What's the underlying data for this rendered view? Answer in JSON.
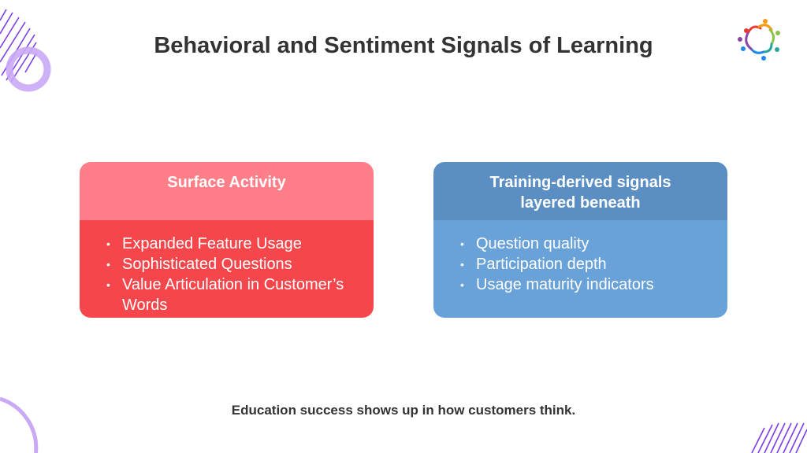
{
  "title": "Behavioral and Sentiment Signals of Learning",
  "cards": [
    {
      "heading": "Surface Activity",
      "items": [
        "Expanded Feature Usage",
        "Sophisticated Questions",
        "Value Articulation in Customer’s Words"
      ],
      "header_color": "#FF7E87",
      "body_color": "#F5474B"
    },
    {
      "heading": "Training-derived signals layered beneath",
      "items": [
        "Question quality",
        "Participation depth",
        "Usage maturity indicators"
      ],
      "header_color": "#5B8FC4",
      "body_color": "#69A2D8"
    }
  ],
  "footer": "Education success shows up in how customers think.",
  "colors": {
    "accent": "#8A4FE0",
    "ring": "#C9A8F5"
  }
}
